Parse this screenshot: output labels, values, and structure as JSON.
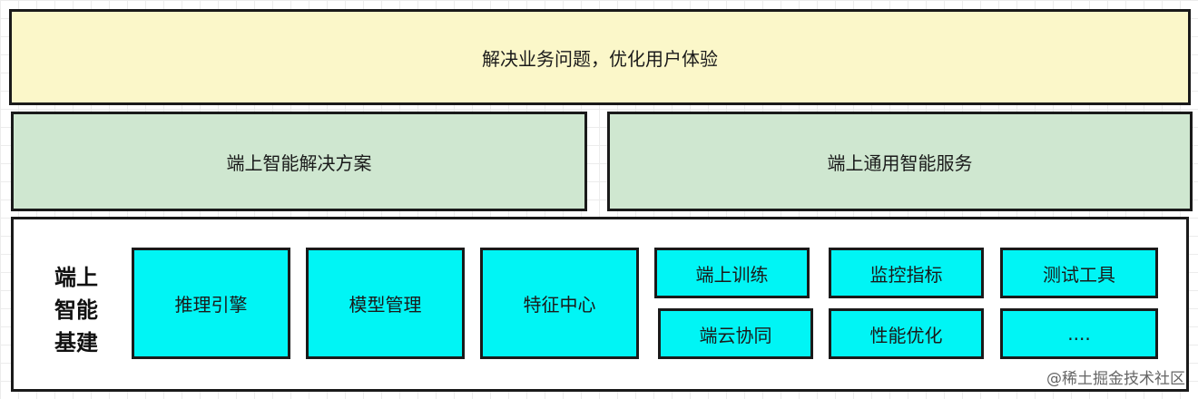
{
  "top": {
    "label": "解决业务问题，优化用户体验"
  },
  "middle": {
    "left": "端上智能解决方案",
    "right": "端上通用智能服务"
  },
  "foundation": {
    "title_lines": [
      "端上",
      "智能",
      "基建"
    ],
    "blocks": [
      "推理引擎",
      "模型管理",
      "特征中心"
    ],
    "small_blocks": [
      "端上训练",
      "监控指标",
      "测试工具",
      "端云协同",
      "性能优化",
      "...."
    ]
  },
  "watermark": "@稀土掘金技术社区"
}
